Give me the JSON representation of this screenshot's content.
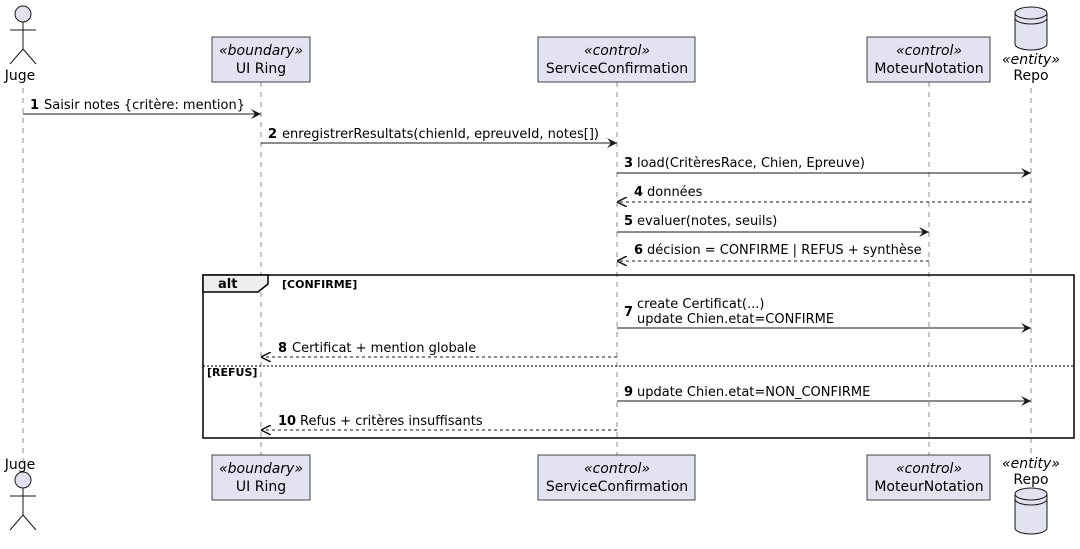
{
  "colors": {
    "participant_fill": "#E2E2F0",
    "participant_stroke": "#181818",
    "lifeline": "#181818",
    "arrow": "#181818",
    "fragment_stroke": "#000000",
    "fragment_label_fill": "#EEEEEE"
  },
  "participants": {
    "juge": {
      "name": "Juge",
      "kind": "actor"
    },
    "ui_ring": {
      "name": "UI Ring",
      "stereotype": "«boundary»",
      "kind": "box"
    },
    "service": {
      "name": "ServiceConfirmation",
      "stereotype": "«control»",
      "kind": "box"
    },
    "moteur": {
      "name": "MoteurNotation",
      "stereotype": "«control»",
      "kind": "box"
    },
    "repo": {
      "name": "Repo",
      "stereotype": "«entity»",
      "kind": "database"
    }
  },
  "messages": [
    {
      "num": "1",
      "text": "Saisir notes {critère: mention}",
      "from": "juge",
      "to": "ui_ring",
      "style": "solid"
    },
    {
      "num": "2",
      "text": "enregistrerResultats(chienId, epreuveId, notes[])",
      "from": "ui_ring",
      "to": "service",
      "style": "solid"
    },
    {
      "num": "3",
      "text": "load(CritèresRace, Chien, Epreuve)",
      "from": "service",
      "to": "repo",
      "style": "solid"
    },
    {
      "num": "4",
      "text": "données",
      "from": "repo",
      "to": "service",
      "style": "dashed"
    },
    {
      "num": "5",
      "text": "evaluer(notes, seuils)",
      "from": "service",
      "to": "moteur",
      "style": "solid"
    },
    {
      "num": "6",
      "text": "décision = CONFIRME | REFUS + synthèse",
      "from": "moteur",
      "to": "service",
      "style": "dashed"
    },
    {
      "num": "7",
      "text": "create Certificat(...)",
      "text2": "update Chien.etat=CONFIRME",
      "from": "service",
      "to": "repo",
      "style": "solid"
    },
    {
      "num": "8",
      "text": "Certificat + mention globale",
      "from": "service",
      "to": "ui_ring",
      "style": "dashed"
    },
    {
      "num": "9",
      "text": "update Chien.etat=NON_CONFIRME",
      "from": "service",
      "to": "repo",
      "style": "solid"
    },
    {
      "num": "10",
      "text": "Refus + critères insuffisants",
      "from": "service",
      "to": "ui_ring",
      "style": "dashed"
    }
  ],
  "fragment": {
    "keyword": "alt",
    "guard1": "[CONFIRME]",
    "guard2": "[REFUS]"
  }
}
